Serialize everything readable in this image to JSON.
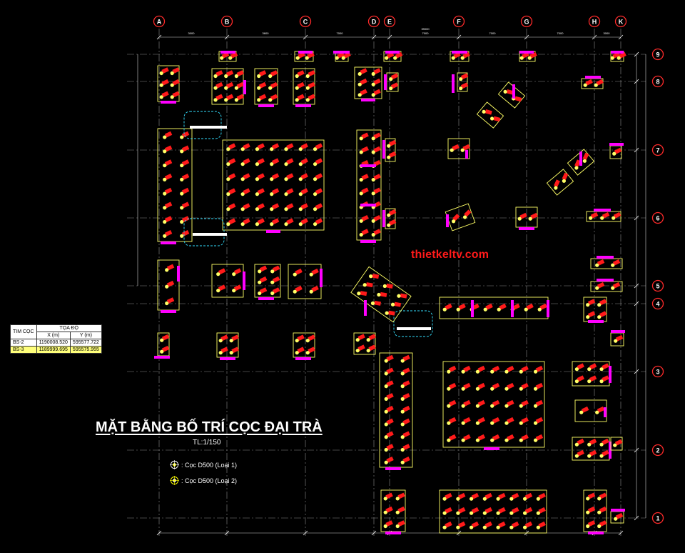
{
  "title": "MẶT BẰNG BỐ TRÍ CỌC ĐẠI TRÀ",
  "scale": "TL:1/150",
  "watermark": "thietkeltv.com",
  "legend": [
    {
      "label": ": Cọc D500 (Loại 1)",
      "color": "#ffffff"
    },
    {
      "label": ": Cọc D500 (Loại 2)",
      "color": "#ffff00"
    }
  ],
  "coord_table": {
    "col1": "TIM CỌC",
    "group": "TỌA ĐỘ",
    "x_header": "X (m)",
    "y_header": "Y (m)",
    "rows": [
      {
        "name": "BS-2",
        "x": "1190008.520",
        "y": "595577.722"
      },
      {
        "name": "BS-3",
        "x": "1189999.695",
        "y": "595575.955"
      }
    ]
  },
  "grid_columns": [
    "A",
    "B",
    "C",
    "D",
    "E",
    "F",
    "G",
    "H",
    "K"
  ],
  "grid_rows": [
    "9",
    "8",
    "7",
    "6",
    "5",
    "4",
    "3",
    "2",
    "1"
  ],
  "colors": {
    "grid": "#8a8a8a",
    "cap": "#ffff66",
    "pile": "#ff1a1a",
    "beam": "#ff00ff",
    "bubble": "#ff2a2a",
    "cyan": "#33e0ff"
  }
}
